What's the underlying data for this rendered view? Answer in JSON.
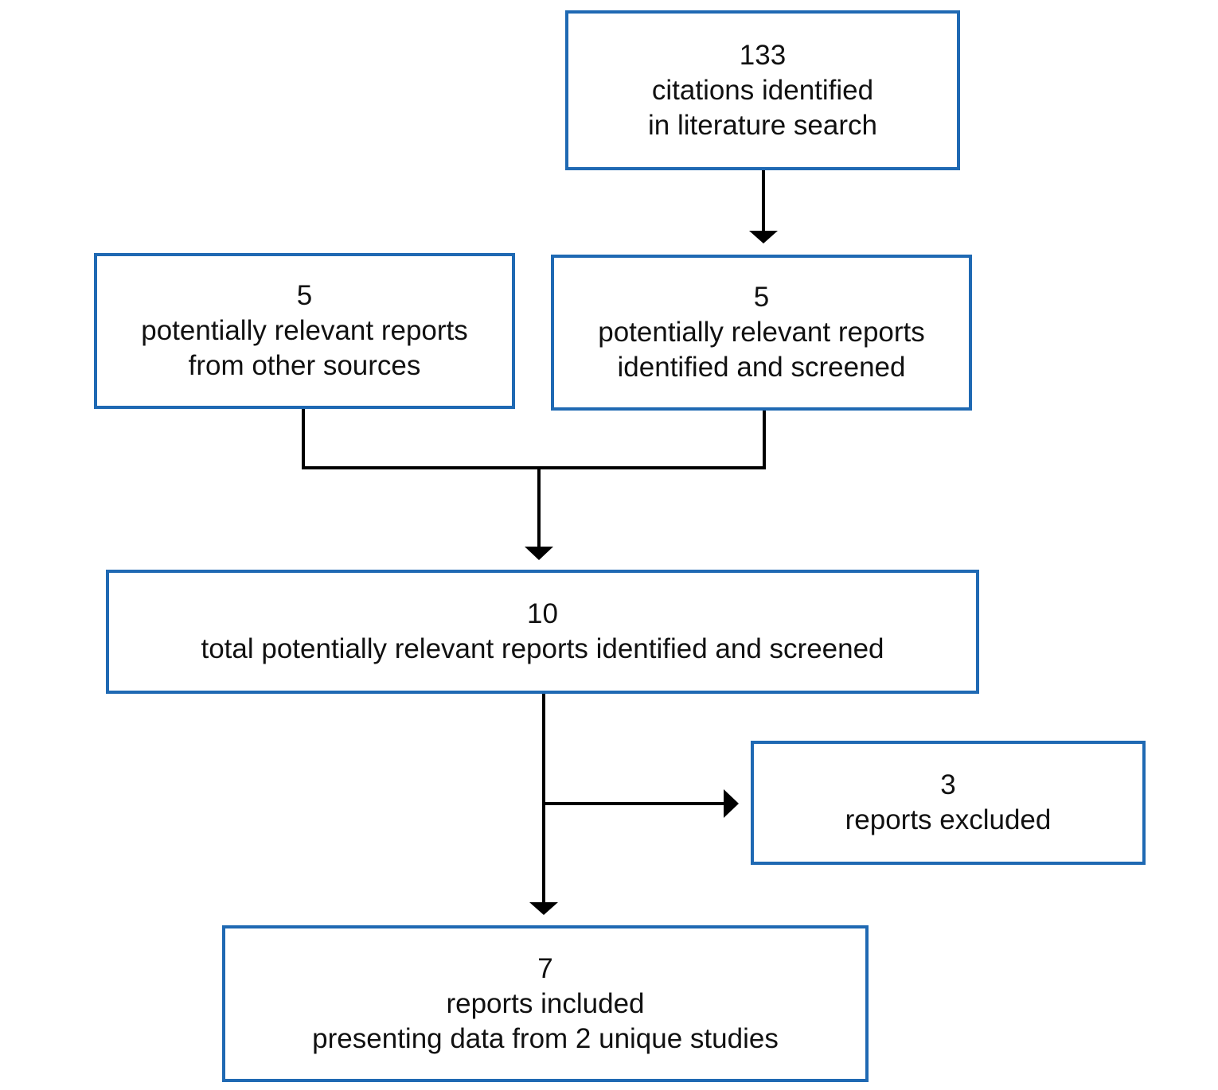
{
  "colors": {
    "box_border": "#1f69b3",
    "connector": "#000000",
    "text": "#111111"
  },
  "boxes": {
    "literature_search": {
      "count": "133",
      "line1": "citations identified",
      "line2": "in literature search"
    },
    "other_sources": {
      "count": "5",
      "line1": "potentially relevant reports",
      "line2": "from other sources"
    },
    "screened": {
      "count": "5",
      "line1": "potentially relevant reports",
      "line2": "identified and screened"
    },
    "total": {
      "count": "10",
      "line1": "total potentially relevant reports identified and screened"
    },
    "excluded": {
      "count": "3",
      "line1": "reports excluded"
    },
    "included": {
      "count": "7",
      "line1": "reports included",
      "line2": "presenting data from 2 unique studies"
    }
  }
}
